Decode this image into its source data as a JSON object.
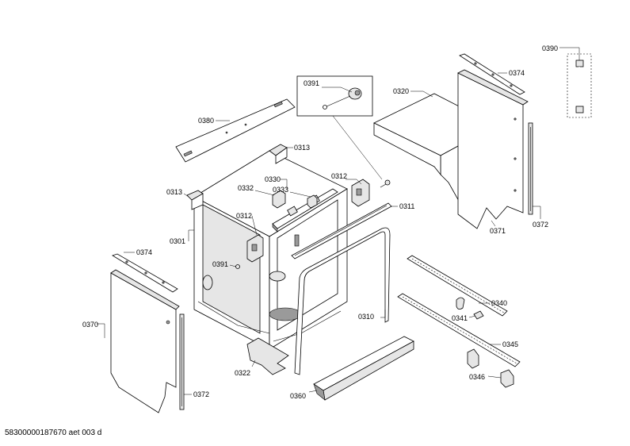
{
  "labels": {
    "p0390": "0390",
    "p0374_top": "0374",
    "p0391_box": "0391",
    "p0320": "0320",
    "p0380": "0380",
    "p0313_top": "0313",
    "p0313_left": "0313",
    "p0330": "0330",
    "p0332": "0332",
    "p0333": "0333",
    "p0312_right": "0312",
    "p0312_left": "0312",
    "p0311": "0311",
    "p0371": "0371",
    "p0372_right": "0372",
    "p0301": "0301",
    "p0374_left": "0374",
    "p0391_left": "0391",
    "p0370": "0370",
    "p0310": "0310",
    "p0340": "0340",
    "p0341": "0341",
    "p0345": "0345",
    "p0346": "0346",
    "p0322": "0322",
    "p0360": "0360",
    "p0372_left": "0372"
  },
  "footer": {
    "doc_id": "58300000187670 aet 003 d"
  }
}
